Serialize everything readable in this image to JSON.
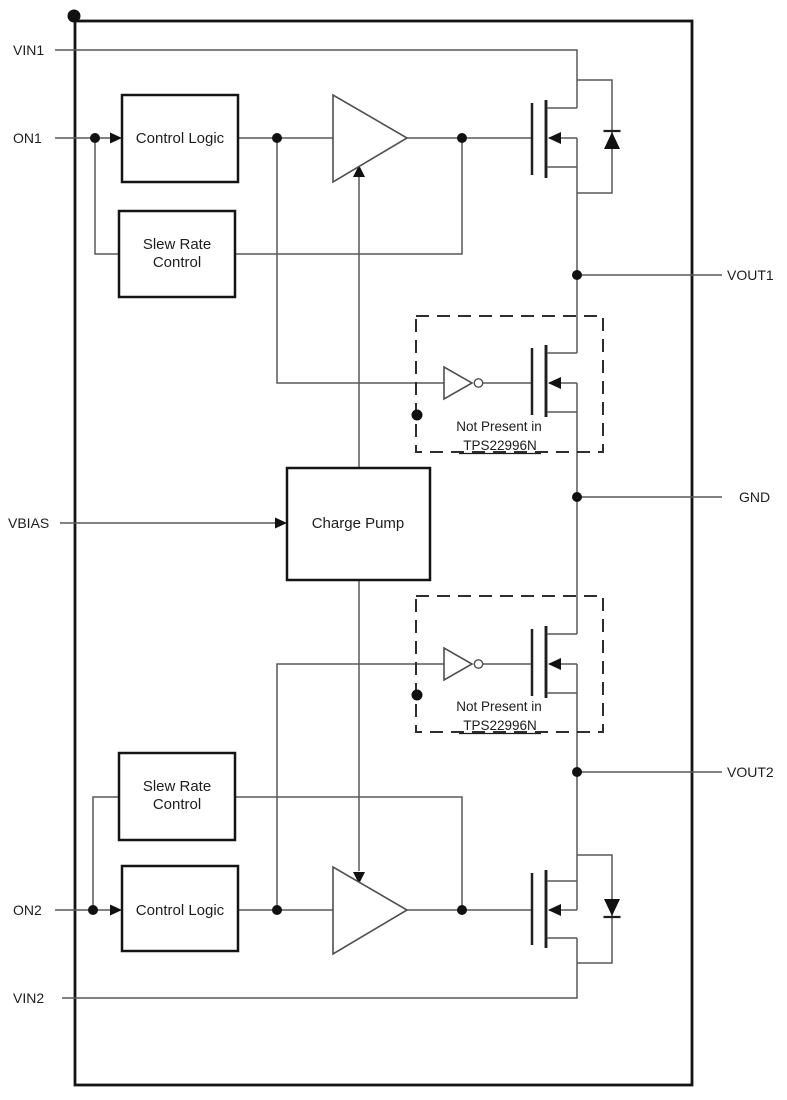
{
  "pins": {
    "vin1": "VIN1",
    "on1": "ON1",
    "vbias": "VBIAS",
    "on2": "ON2",
    "vin2": "VIN2",
    "vout1": "VOUT1",
    "gnd": "GND",
    "vout2": "VOUT2"
  },
  "blocks": {
    "control_logic": "Control Logic",
    "slew_rate_line1": "Slew Rate",
    "slew_rate_line2": "Control",
    "charge_pump": "Charge Pump"
  },
  "qod_note": {
    "line1": "Not Present in",
    "line2": "TPS22996N"
  },
  "colors": {
    "wire": "#595959",
    "outline": "#141414",
    "text": "#1d1d1d",
    "background": "#ffffff"
  }
}
